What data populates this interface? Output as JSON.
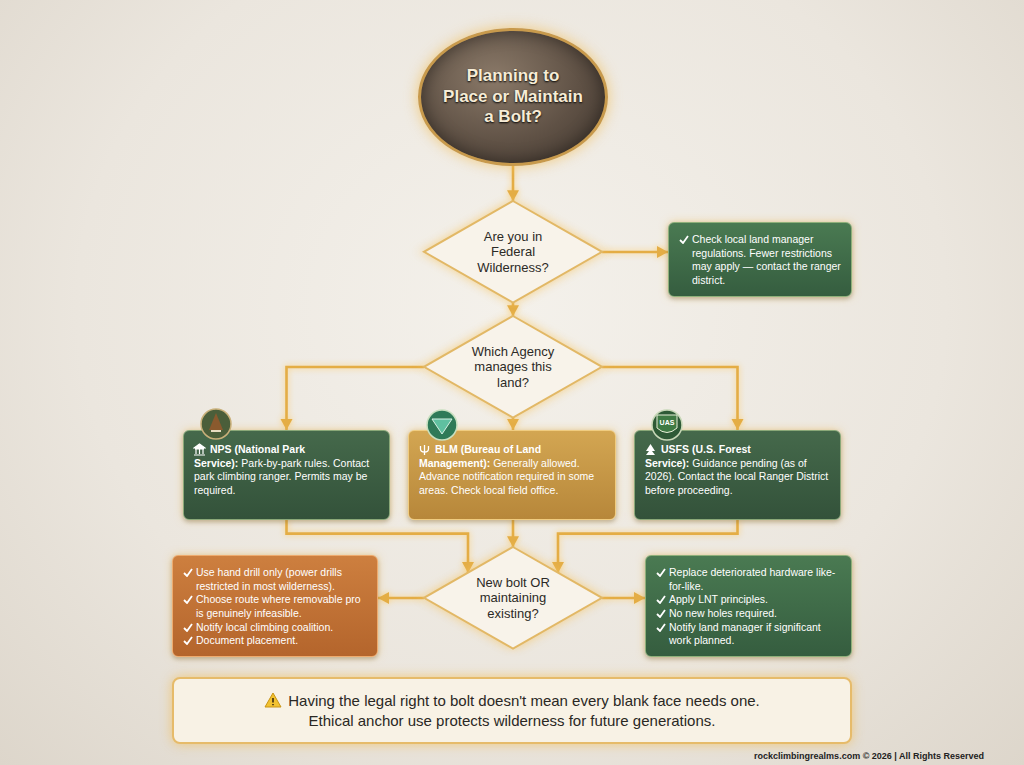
{
  "diagram": {
    "nodes": [
      {
        "text": [
          "Planning to Place or Maintain a Bolt?"
        ]
      },
      {
        "text": [
          "Are you in Federal Wilderness?"
        ]
      },
      {
        "text": [
          "Check local land manager regulations. Fewer restrictions may apply — contact the ranger district."
        ]
      },
      {
        "text": [
          "Which Agency manages this land?"
        ]
      },
      {
        "text": [
          "NPS (National Park Service):",
          "Park-by-park rules. Contact park climbing ranger. Permits may be required."
        ]
      },
      {
        "text": [
          "BLM (Bureau of Land Management):",
          "Generally allowed. Advance notification required in some areas. Check local field office."
        ]
      },
      {
        "text": [
          "USFS (U.S. Forest Service):",
          "Guidance pending (as of 2026). Contact the local Ranger District before proceeding."
        ]
      },
      {
        "text": [
          "New bolt OR maintaining existing?"
        ]
      },
      {
        "text": [
          "Use hand drill only (power drills restricted in most wilderness).",
          "Choose route where removable pro is genuinely infeasible.",
          "Notify local climbing coalition.",
          "Document placement."
        ]
      },
      {
        "text": [
          "Replace deteriorated hardware like-for-like.",
          "Apply LNT principles.",
          "No new holes required.",
          "Notify land manager if significant work planned."
        ]
      },
      {
        "text": [
          "Having the legal right to bolt doesn't mean every blank face needs one.",
          "Ethical anchor use protects wilderness for future generations."
        ]
      }
    ],
    "edges": [
      {
        "from": 0,
        "to": 1,
        "arrow": "to"
      },
      {
        "from": 1,
        "to": 2,
        "arrow": "to"
      },
      {
        "from": 1,
        "to": 3,
        "arrow": "to"
      },
      {
        "from": 3,
        "to": 4,
        "arrow": "to"
      },
      {
        "from": 3,
        "to": 5,
        "arrow": "to"
      },
      {
        "from": 3,
        "to": 6,
        "arrow": "to"
      },
      {
        "from": 4,
        "to": 7,
        "arrow": "to"
      },
      {
        "from": 5,
        "to": 7,
        "arrow": "to"
      },
      {
        "from": 6,
        "to": 7,
        "arrow": "to"
      },
      {
        "from": 7,
        "to": 8,
        "arrow": "to"
      },
      {
        "from": 7,
        "to": 9,
        "arrow": "to"
      }
    ],
    "labels": [
      "UAS",
      "rockclimbingrealms.com © 2026 | All Rights Reserved"
    ]
  }
}
